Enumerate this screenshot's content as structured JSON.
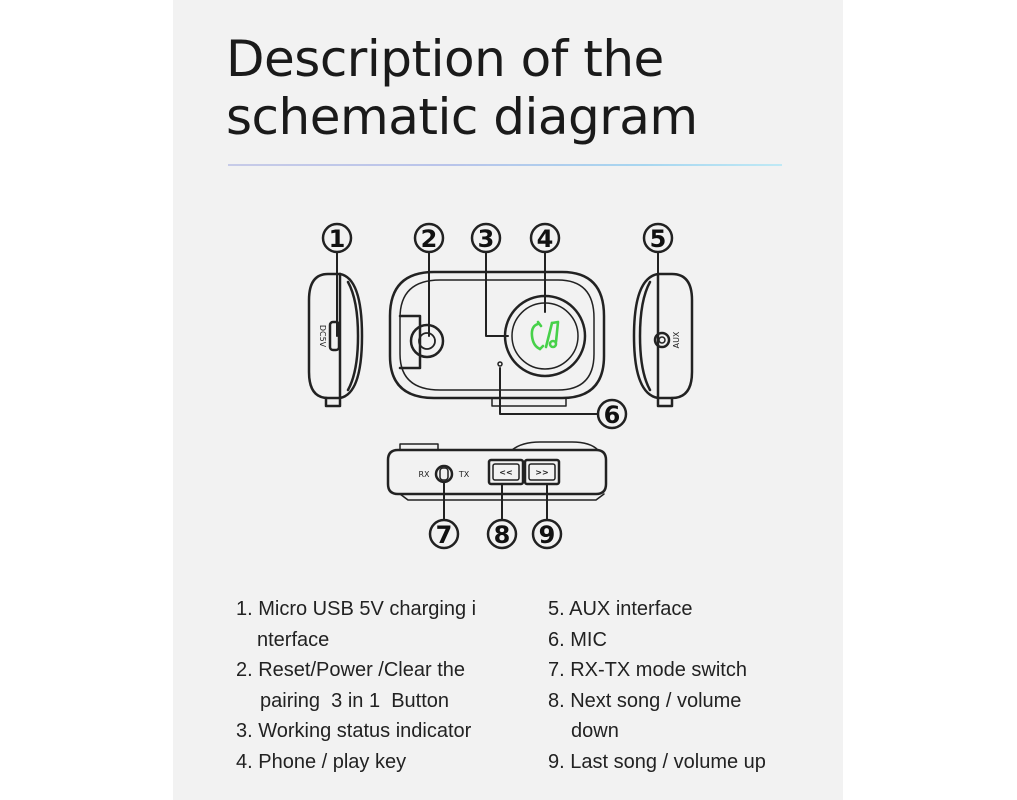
{
  "title": {
    "line1": "Description of the",
    "line2": "schematic diagram"
  },
  "callouts": [
    "1",
    "2",
    "3",
    "4",
    "5",
    "6",
    "7",
    "8",
    "9"
  ],
  "device_labels": {
    "dc5v": "DC5V",
    "aux": "AUX",
    "rx": "RX",
    "tx": "TX",
    "prev": "<<",
    "next": ">>"
  },
  "colors": {
    "accent_green": "#47d14a",
    "background": "#f2f2f2"
  },
  "icons": [
    "phone-music-icon"
  ],
  "legend_left": [
    "1. Micro USB 5V charging i",
    "nterface",
    "2. Reset/Power /Clear the",
    "pairing  3 in 1  Button",
    "3. Working status indicator",
    "4. Phone / play key"
  ],
  "legend_right": [
    "5. AUX interface",
    "6. MIC",
    "7. RX-TX mode switch",
    "8. Next song / volume",
    "down",
    "9. Last song / volume up"
  ]
}
